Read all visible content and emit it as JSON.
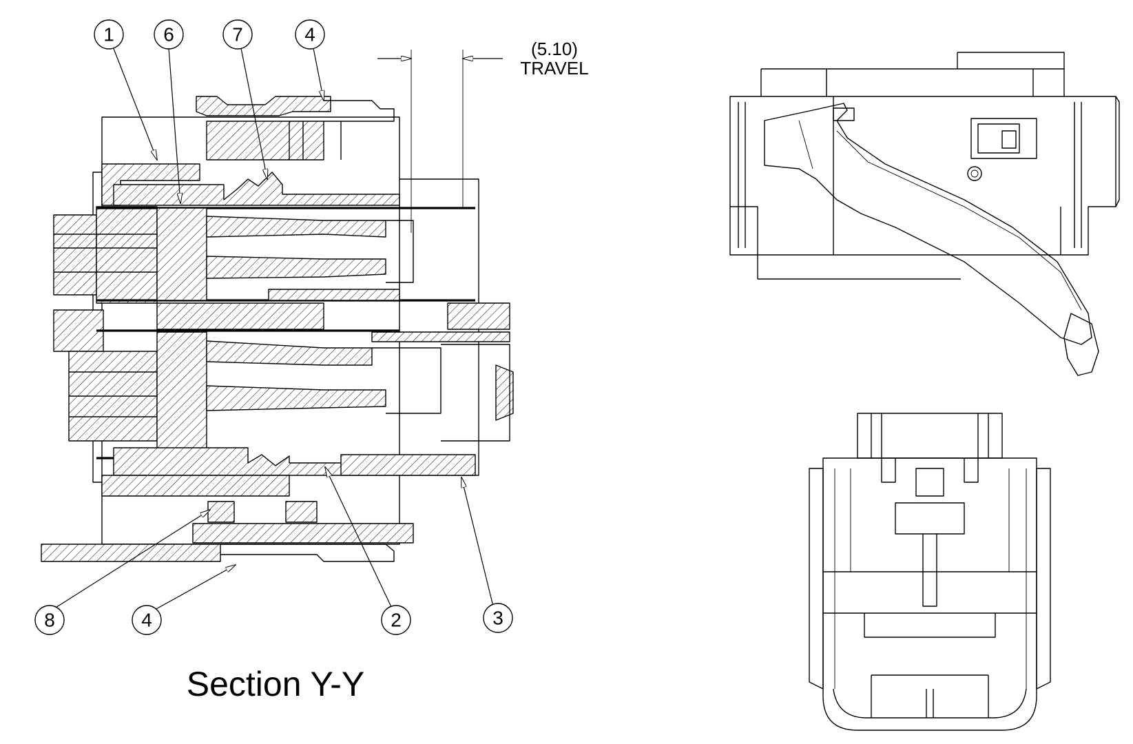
{
  "section_title": "Section Y-Y",
  "dimension": {
    "value": "(5.10)",
    "label": "TRAVEL"
  },
  "balloons": [
    {
      "id": "b1-top",
      "number": "1"
    },
    {
      "id": "b6-top",
      "number": "6"
    },
    {
      "id": "b7-top",
      "number": "7"
    },
    {
      "id": "b4-top",
      "number": "4"
    },
    {
      "id": "b8-bottom",
      "number": "8"
    },
    {
      "id": "b4-bottom",
      "number": "4"
    },
    {
      "id": "b2-bottom",
      "number": "2"
    },
    {
      "id": "b3-bottom",
      "number": "3"
    }
  ]
}
